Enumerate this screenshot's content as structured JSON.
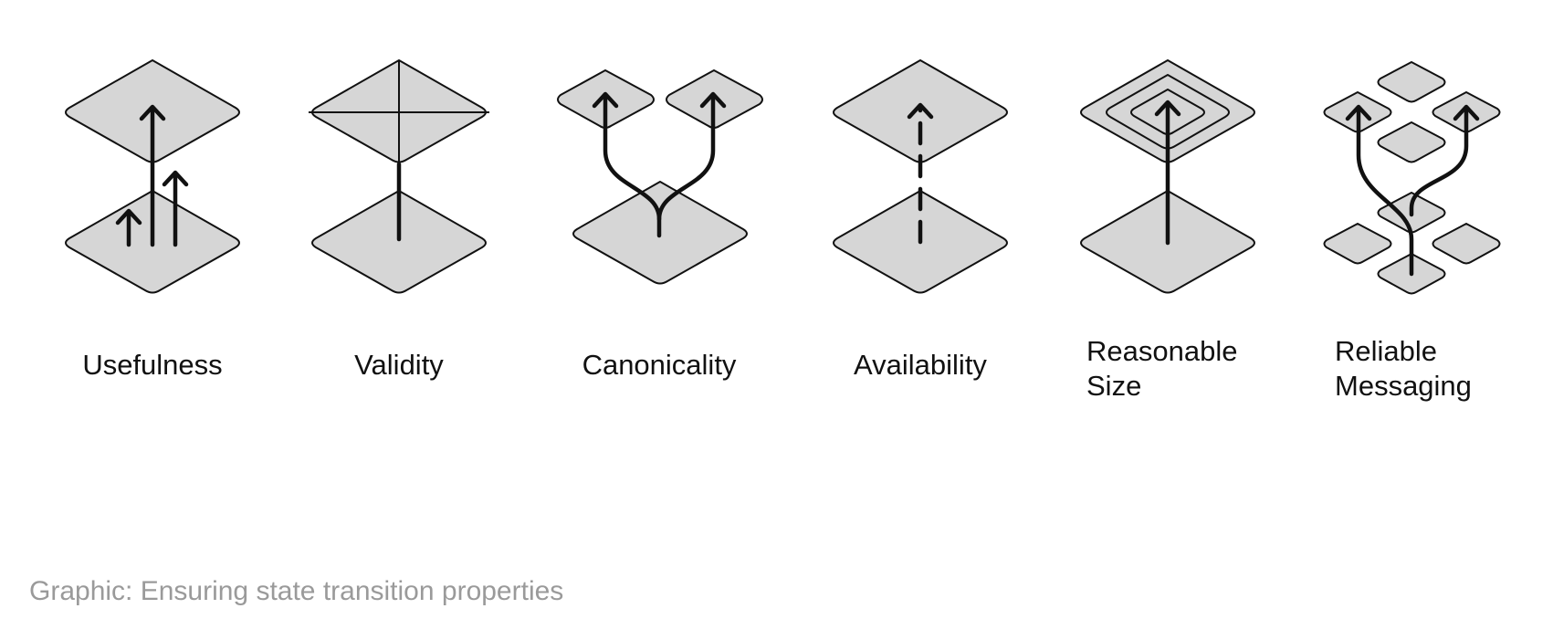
{
  "colors": {
    "tile_fill": "#d6d6d6",
    "stroke": "#111111",
    "label": "#111111",
    "caption": "#9a9a9a",
    "background": "#ffffff"
  },
  "properties": [
    {
      "label_lines": [
        "Usefulness"
      ],
      "icon": "usefulness-icon"
    },
    {
      "label_lines": [
        "Validity"
      ],
      "icon": "validity-icon"
    },
    {
      "label_lines": [
        "Canonicality"
      ],
      "icon": "canonicality-icon"
    },
    {
      "label_lines": [
        "Availability"
      ],
      "icon": "availability-icon"
    },
    {
      "label_lines": [
        "Reasonable",
        "Size"
      ],
      "icon": "reasonable-size-icon"
    },
    {
      "label_lines": [
        "Reliable",
        "Messaging"
      ],
      "icon": "reliable-messaging-icon"
    }
  ],
  "caption": "Graphic: Ensuring state transition properties"
}
